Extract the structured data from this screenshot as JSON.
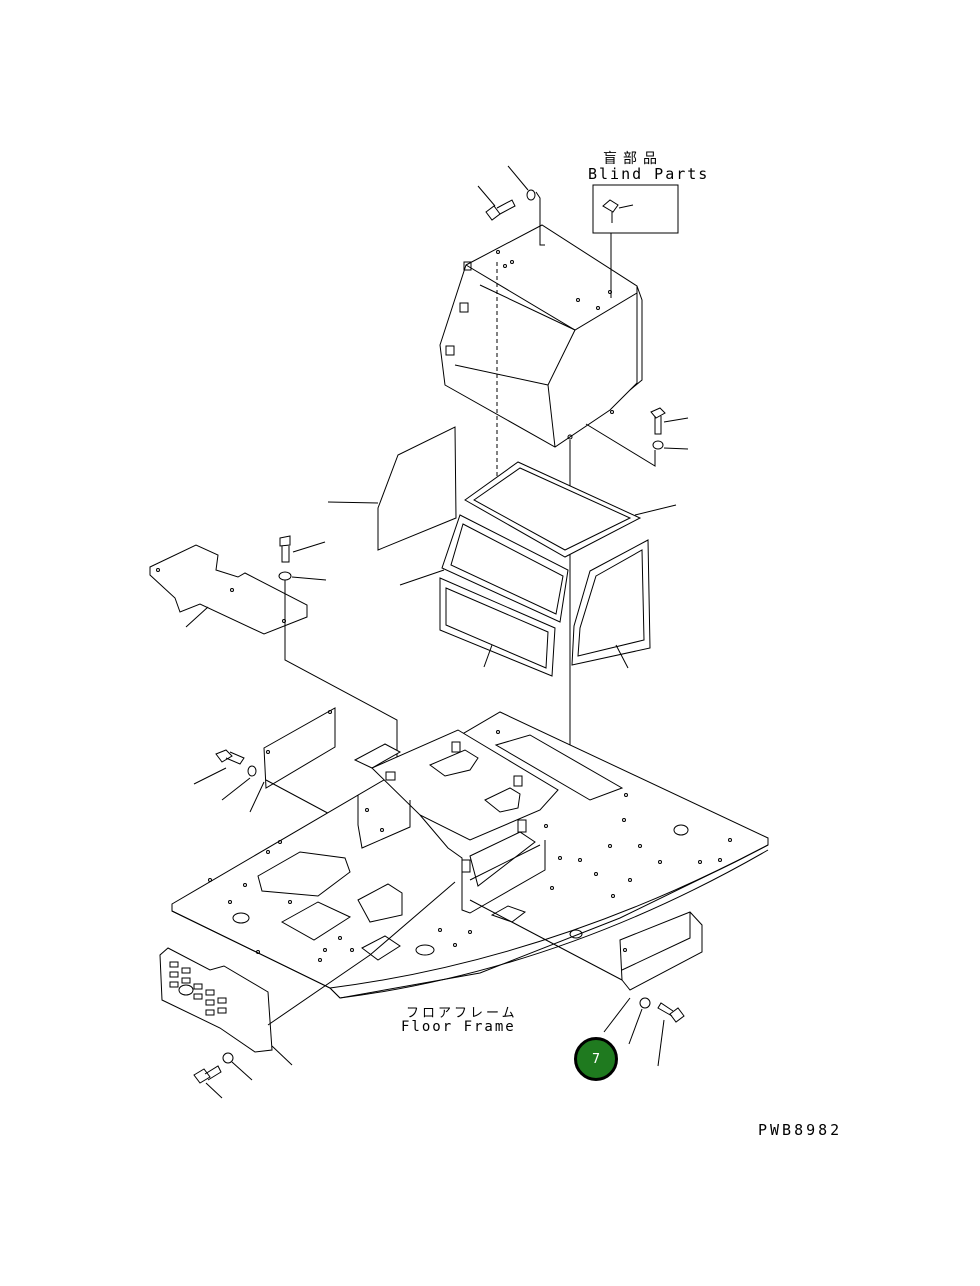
{
  "labels": {
    "blind_parts_jp": "盲部品",
    "blind_parts_en": "Blind Parts",
    "floor_frame_jp": "フロアフレーム",
    "floor_frame_en": "Floor Frame",
    "drawing_number": "PWB8982"
  },
  "callout": {
    "number": "7",
    "fill_color": "#1f7a1f"
  },
  "colors": {
    "line": "#000000",
    "background": "#ffffff"
  }
}
